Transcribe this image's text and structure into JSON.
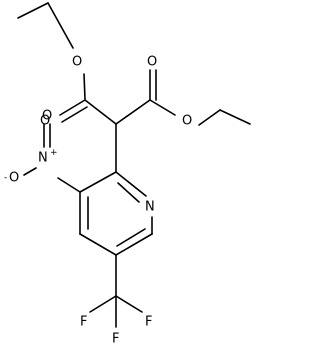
{
  "molecule": {
    "atoms": {
      "ester_o_top_left": "O",
      "carbonyl_o_left": "O",
      "carbonyl_o_right": "O",
      "ester_o_right": "O",
      "nitro_n": "N",
      "nitro_n_charge": "+",
      "nitro_o_minus": "O",
      "nitro_o_minus_charge": "-",
      "nitro_o_double": "O",
      "pyridine_n": "N",
      "fluorine_left": "F",
      "fluorine_center": "F",
      "fluorine_right": "F"
    }
  },
  "colors": {
    "bond": "#000000",
    "label": "#000000",
    "background": "#ffffff"
  }
}
